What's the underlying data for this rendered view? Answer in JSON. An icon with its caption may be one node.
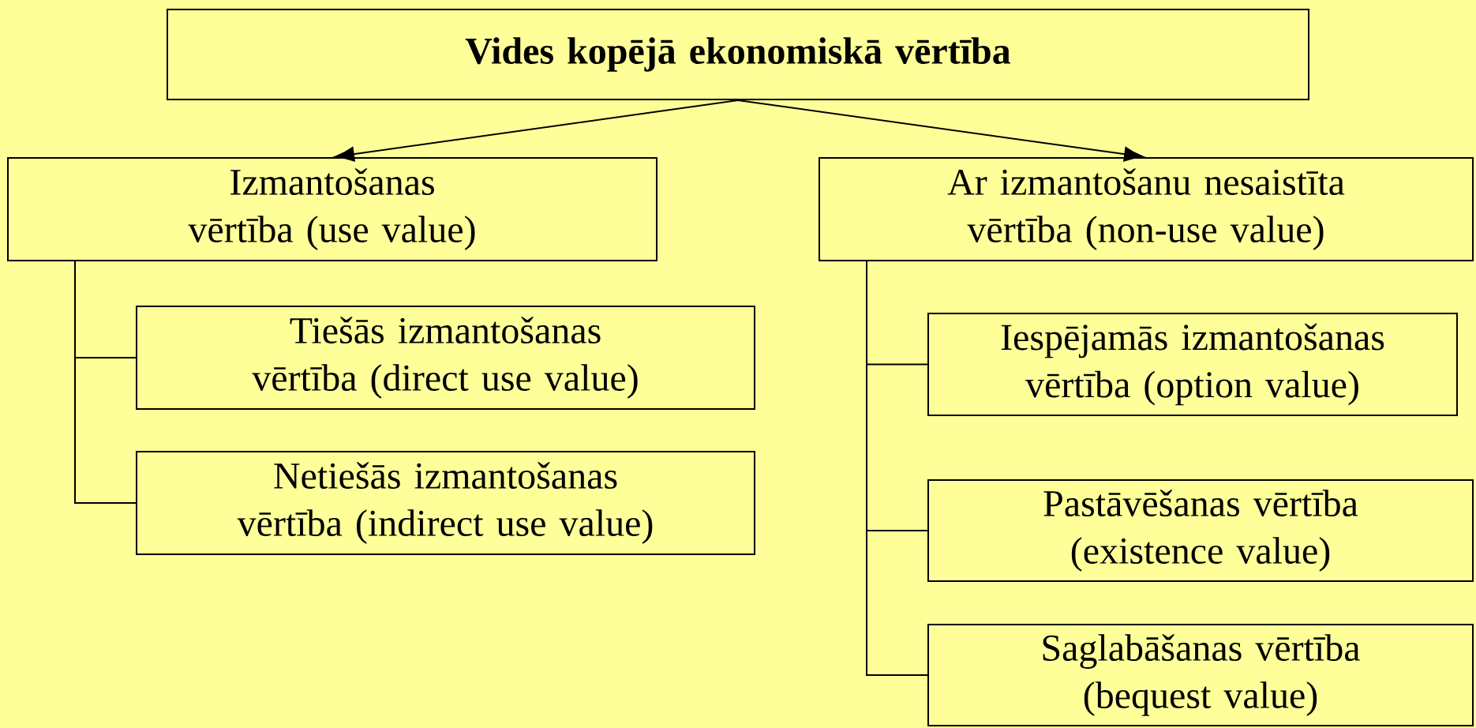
{
  "diagram": {
    "nodes": [
      {
        "text": [
          "Vides kopējā ekonomiskā vērtība"
        ]
      },
      {
        "text": [
          "Izmantošanas vērtība (use value)"
        ]
      },
      {
        "text": [
          "Ar izmantošanu nesaistīta vērtība (non-use value)"
        ]
      },
      {
        "text": [
          "Tiešās izmantošanas vērtība (direct use value)"
        ]
      },
      {
        "text": [
          "Netiešās izmantošanas vērtība (indirect use value)"
        ]
      },
      {
        "text": [
          "Iespējamās izmantošanas vērtība (option value)"
        ]
      },
      {
        "text": [
          "Pastāvēšanas vērtība (existence value)"
        ]
      },
      {
        "text": [
          "Saglabāšanas vērtība (bequest value)"
        ]
      }
    ],
    "edges": [
      {
        "from": 0,
        "to": 1,
        "arrow": "to"
      },
      {
        "from": 0,
        "to": 2,
        "arrow": "to"
      },
      {
        "from": 1,
        "to": 3,
        "arrow": "none"
      },
      {
        "from": 1,
        "to": 4,
        "arrow": "none"
      },
      {
        "from": 2,
        "to": 5,
        "arrow": "none"
      },
      {
        "from": 2,
        "to": 6,
        "arrow": "none"
      },
      {
        "from": 2,
        "to": 7,
        "arrow": "none"
      }
    ]
  }
}
